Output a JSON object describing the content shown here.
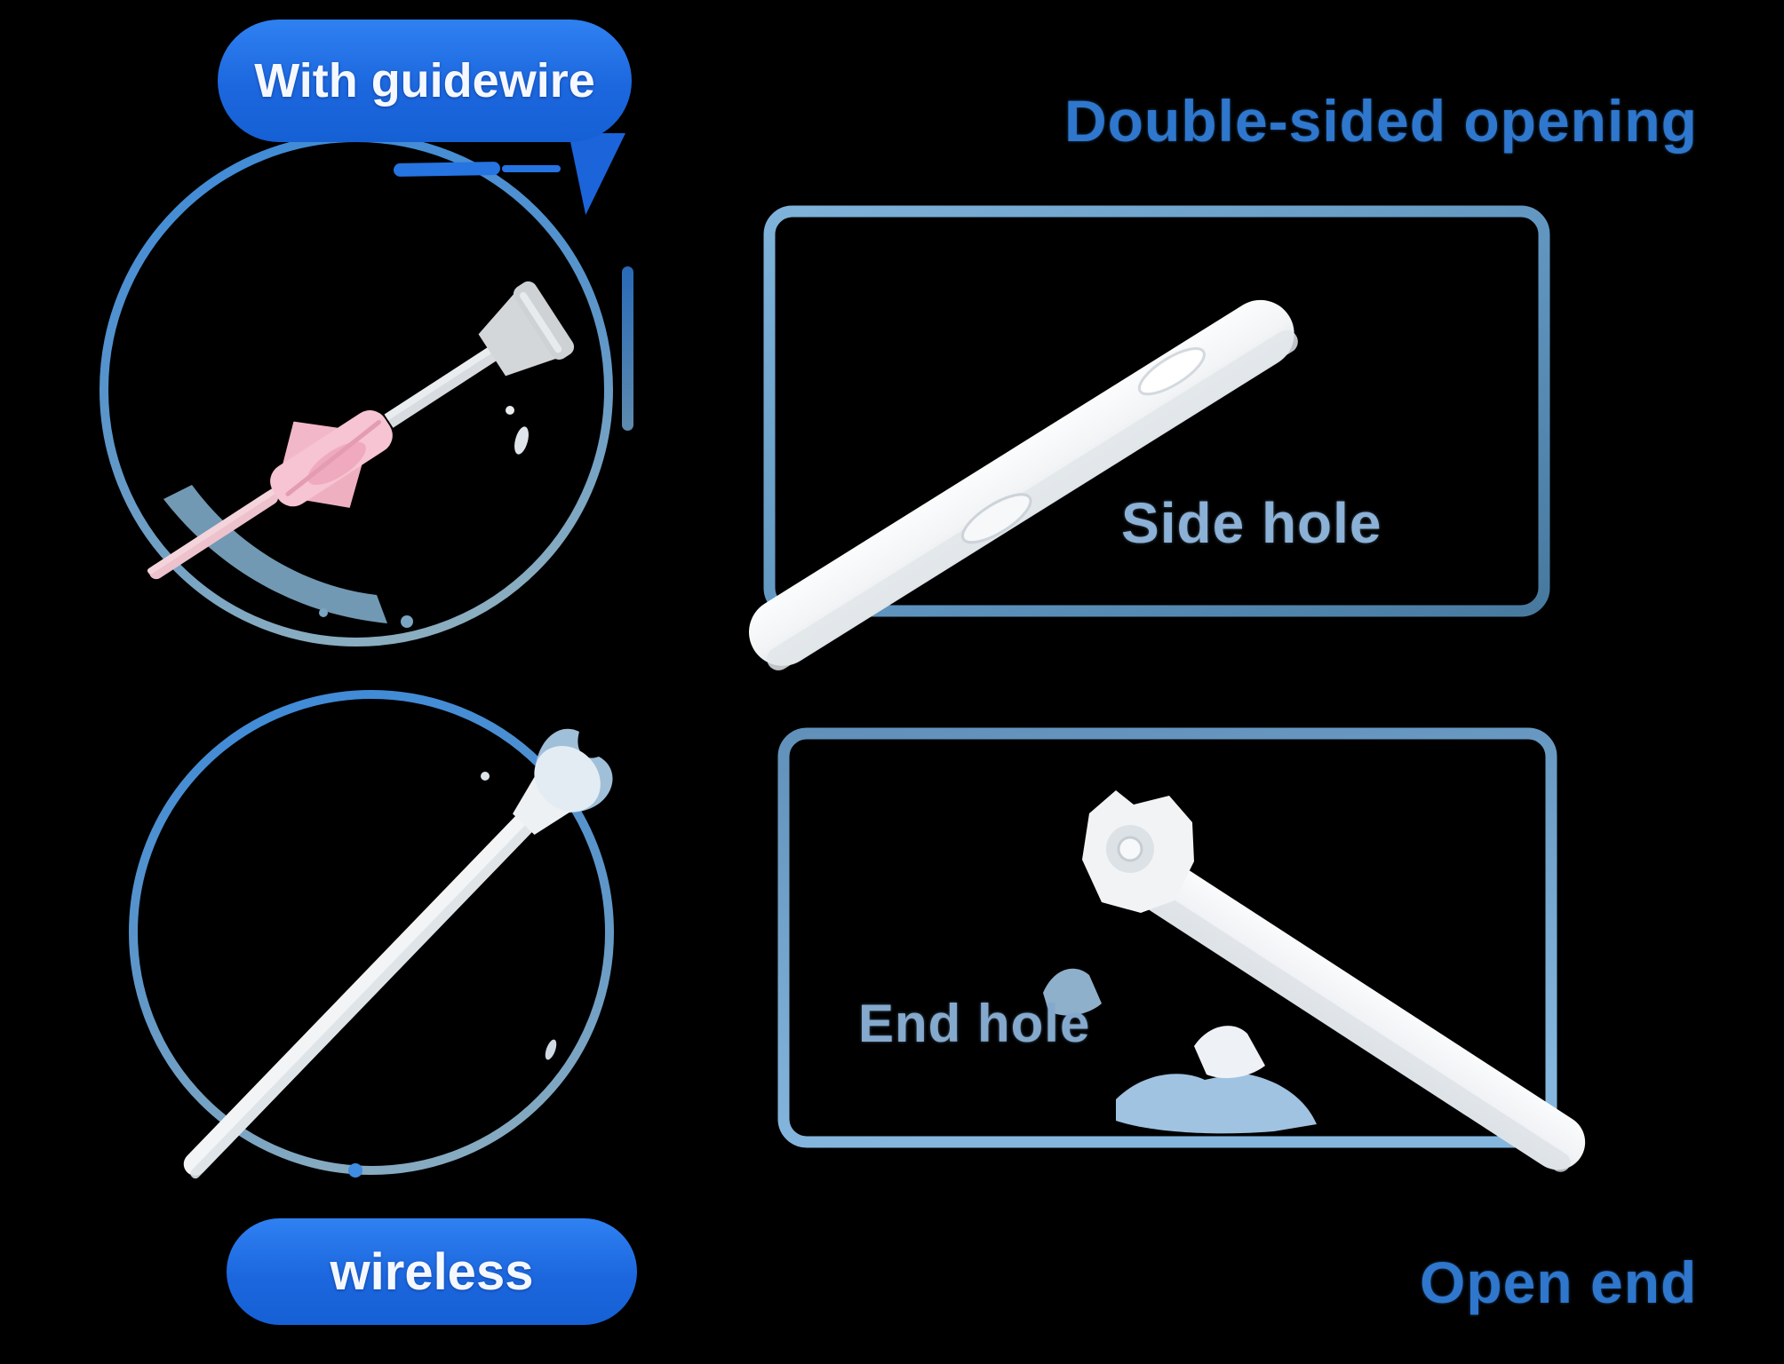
{
  "colors": {
    "background": "#000000",
    "badge_blue": "#1e6cdf",
    "badge_text": "#f5f9ff",
    "heading_blue": "#2e77cc",
    "caption_light_blue": "#8cb1d6",
    "circle_border_top": "#3f8ad8",
    "circle_border_bottom": "#8aadc0",
    "panel_border_light": "#7fb3da",
    "panel_border_dark": "#47799f",
    "catheter_white": "#f4f6f8",
    "catheter_pink": "#f6c4d2"
  },
  "badges": {
    "with_guidewire": "With guidewire",
    "wireless": "wireless"
  },
  "headings": {
    "double_sided_opening": "Double-sided opening",
    "open_end": "Open end"
  },
  "captions": {
    "side_hole": "Side hole",
    "end_hole": "End hole"
  },
  "panels": [
    {
      "id": "with-guidewire-photo",
      "shape": "circle",
      "subject": "IV catheter with pink wings and guidewire"
    },
    {
      "id": "side-hole-photo",
      "shape": "rounded-rectangle",
      "subject": "catheter tip with two side holes"
    },
    {
      "id": "wireless-photo",
      "shape": "circle",
      "subject": "plain catheter tube without guidewire"
    },
    {
      "id": "end-hole-photo",
      "shape": "rounded-rectangle",
      "subject": "catheter hub with round end hole"
    }
  ]
}
